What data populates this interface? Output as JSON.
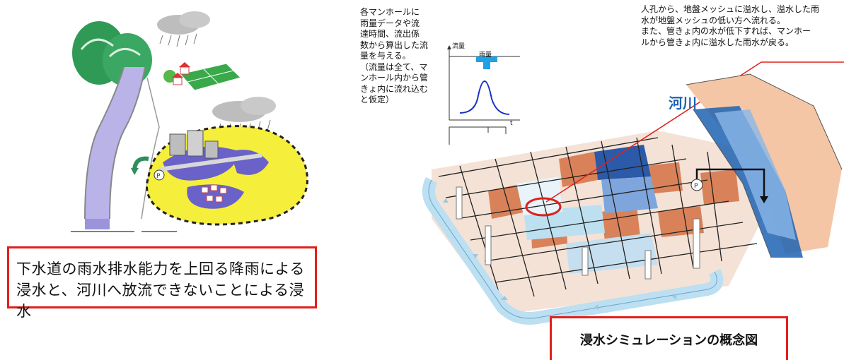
{
  "left_caption": {
    "line1": "下水道の雨水排水能力を上回る降雨による",
    "line2": "浸水と、河川へ放流できないことによる浸水"
  },
  "right_caption": "浸水シミュレーションの概念図",
  "manhole_note": "各マンホールに\n雨量データや流\n達時間、流出係\n数から算出した流\n量を与える。\n（流量は全て、マ\nンホール内から管\nきょ内に流れ込む\nと仮定）",
  "overflow_note": "人孔から、地盤メッシュに溢水し、溢水した雨\n水が地盤メッシュの低い方へ流れる。\nまた、管きょ内の水が低下すれば、マンホー\nルから管きょ内に溢水した雨水が戻る。",
  "hydrograph": {
    "y_label": "流量",
    "rain_label": "雨量",
    "t_label": "t"
  },
  "river_label": "河川",
  "pump_label": "P",
  "colors": {
    "caption_border": "#e0201b",
    "river_blue": "#1e63b3",
    "ground_orange": "#d9825a",
    "flood_yellow": "#f5ee3a"
  }
}
